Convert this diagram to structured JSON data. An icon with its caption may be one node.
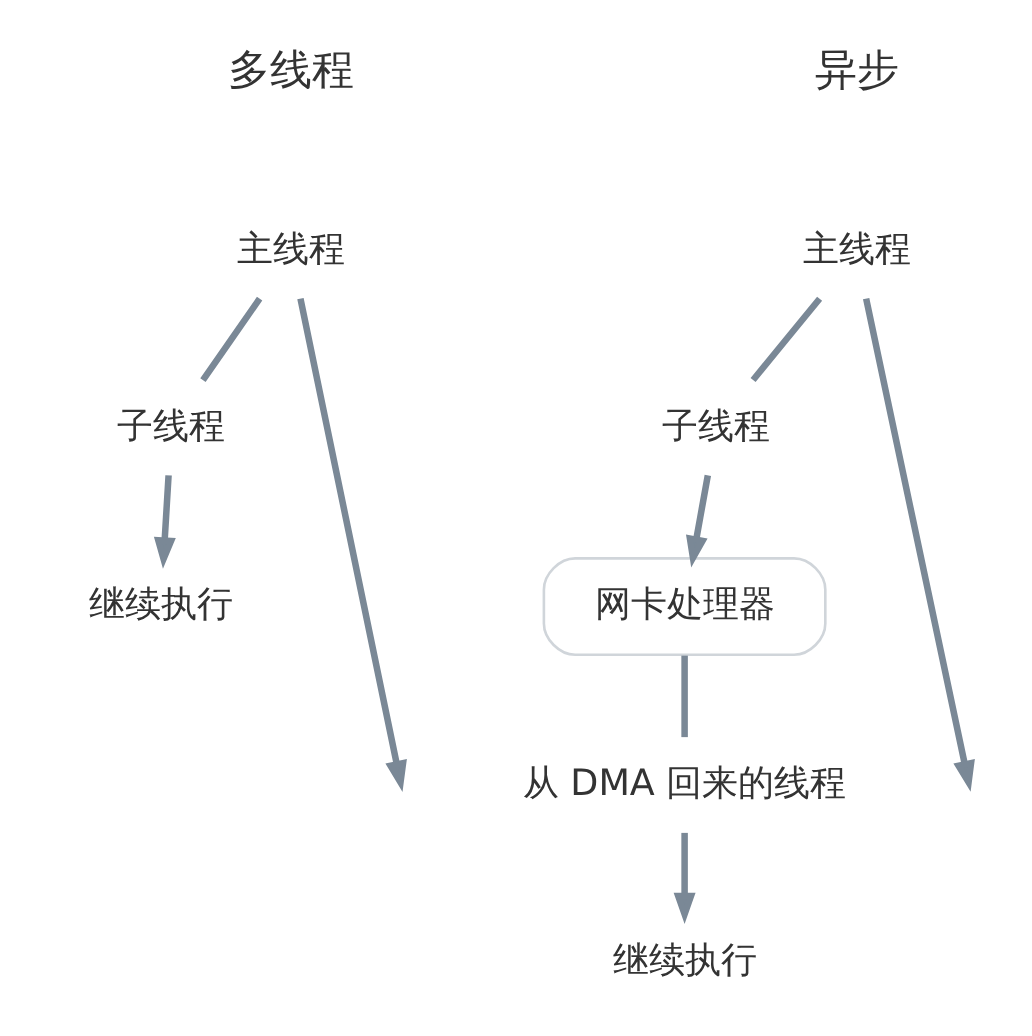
{
  "diagram": {
    "nodes": [
      {
        "text": [
          "主线程"
        ]
      },
      {
        "text": [
          "子线程"
        ]
      },
      {
        "text": [
          "继续执行"
        ]
      },
      {
        "text": [
          "主线程"
        ]
      },
      {
        "text": [
          "子线程"
        ]
      },
      {
        "text": [
          "网卡处理器"
        ]
      },
      {
        "text": [
          "从 DMA 回来的线程"
        ]
      },
      {
        "text": [
          "继续执行"
        ]
      }
    ],
    "edges": [
      {
        "from": 0,
        "to": 1,
        "arrow": "none"
      },
      {
        "from": 1,
        "to": 2,
        "arrow": "to"
      },
      {
        "from": 0,
        "to": null,
        "arrow": "to"
      },
      {
        "from": 3,
        "to": 4,
        "arrow": "none"
      },
      {
        "from": 4,
        "to": 5,
        "arrow": "to"
      },
      {
        "from": 5,
        "to": 6,
        "arrow": "none"
      },
      {
        "from": 6,
        "to": 7,
        "arrow": "to"
      },
      {
        "from": 3,
        "to": null,
        "arrow": "to"
      }
    ],
    "labels": [
      "多线程",
      "异步"
    ]
  }
}
